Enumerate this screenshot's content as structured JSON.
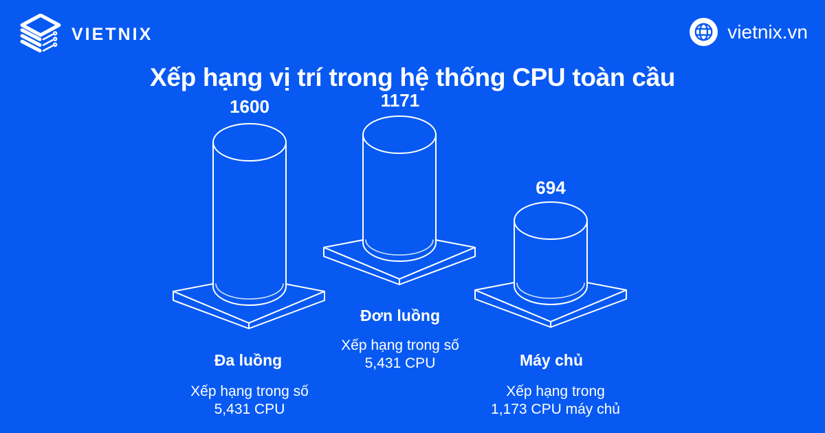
{
  "theme": {
    "background_color": "#0759F2",
    "line_color": "#FFFFFF",
    "text_color": "#FFFFFF"
  },
  "header": {
    "brand": "VIETNIX",
    "logo_icon": "stacked-layers",
    "site": {
      "icon": "globe",
      "label": "vietnix.vn"
    }
  },
  "title": "Xếp hạng vị trí trong hệ thống CPU toàn cầu",
  "chart_data": {
    "type": "bar",
    "style": "isometric-cylinder-pillars",
    "title": "Xếp hạng vị trí trong hệ thống CPU toàn cầu",
    "categories": [
      "Đa luồng",
      "Đơn luồng",
      "Máy chủ"
    ],
    "values": [
      1600,
      1171,
      694
    ],
    "value_labels": [
      "1600",
      "1171",
      "694"
    ],
    "annotations": [
      "Xếp hạng trong số 5,431 CPU",
      "Xếp hạng trong số 5,431 CPU",
      "Xếp hạng trong 1,173 CPU máy chủ"
    ],
    "value_position": "above-pillar",
    "legend": "none",
    "grid": false
  },
  "pillars": [
    {
      "value": "1600",
      "label": "Đa luồng",
      "desc_line1": "Xếp hạng trong số",
      "desc_line2": "5,431 CPU"
    },
    {
      "value": "1171",
      "label": "Đơn luồng",
      "desc_line1": "Xếp hạng trong số",
      "desc_line2": "5,431 CPU"
    },
    {
      "value": "694",
      "label": "Máy chủ",
      "desc_line1": "Xếp hạng trong",
      "desc_line2": "1,173 CPU máy chủ"
    }
  ]
}
